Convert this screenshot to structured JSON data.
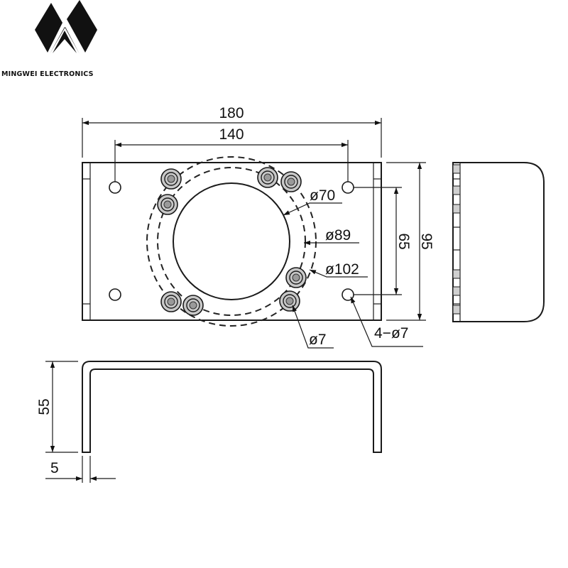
{
  "brand": {
    "logo_name": "mingwei-logo",
    "name": "MINGWEI ELECTRONICS"
  },
  "dimensions": {
    "overall_width": "180",
    "hole_spacing_width": "140",
    "dia_70": "ø70",
    "dia_89": "ø89",
    "dia_102": "ø102",
    "hole_spacing_height": "65",
    "overall_height": "95",
    "bolt_hole": "ø7",
    "mounting_holes": "4−ø7",
    "bracket_height": "55",
    "thickness": "5"
  },
  "colors": {
    "line": "#1a1a1a",
    "bolt_fill": "#c8c8c8",
    "background": "#ffffff"
  }
}
